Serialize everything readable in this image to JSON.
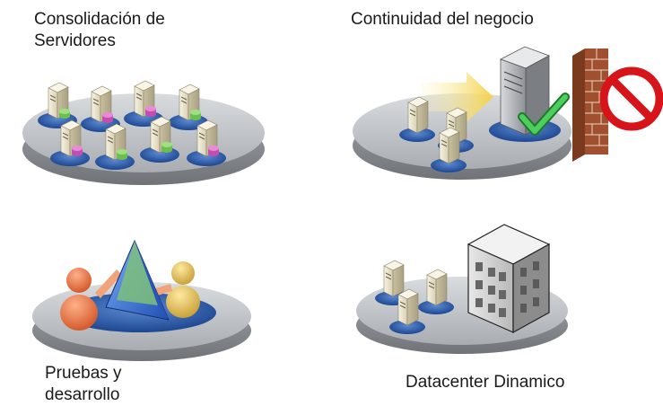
{
  "quadrants": [
    {
      "id": "consolidacion",
      "title_line1": "Consolidación de",
      "title_line2": "Servidores"
    },
    {
      "id": "continuidad",
      "title": "Continuidad del negocio"
    },
    {
      "id": "pruebas",
      "title_line1": "Pruebas y",
      "title_line2": "desarrollo"
    },
    {
      "id": "datacenter",
      "title": "Datacenter Dinamico"
    }
  ],
  "colors": {
    "platform_top": "#bfc3c8",
    "platform_edge": "#8d9196",
    "pad_blue": "#2c5aa0",
    "server_body": "#ece6cf",
    "disk_green": "#6bbf4e",
    "disk_purple": "#c24fb0",
    "check_green": "#3fb34f",
    "brick": "#a0502e",
    "no_sign_red": "#d8141b",
    "person_orange": "#e8794a",
    "person_yellow": "#e6c35a",
    "prism_blue": "#3a6fd0"
  },
  "icons": [
    "server-icon",
    "database-disk-icon",
    "arrow-icon",
    "checkmark-icon",
    "brick-wall-icon",
    "prohibited-icon",
    "person-icon",
    "prism-icon",
    "building-icon"
  ]
}
